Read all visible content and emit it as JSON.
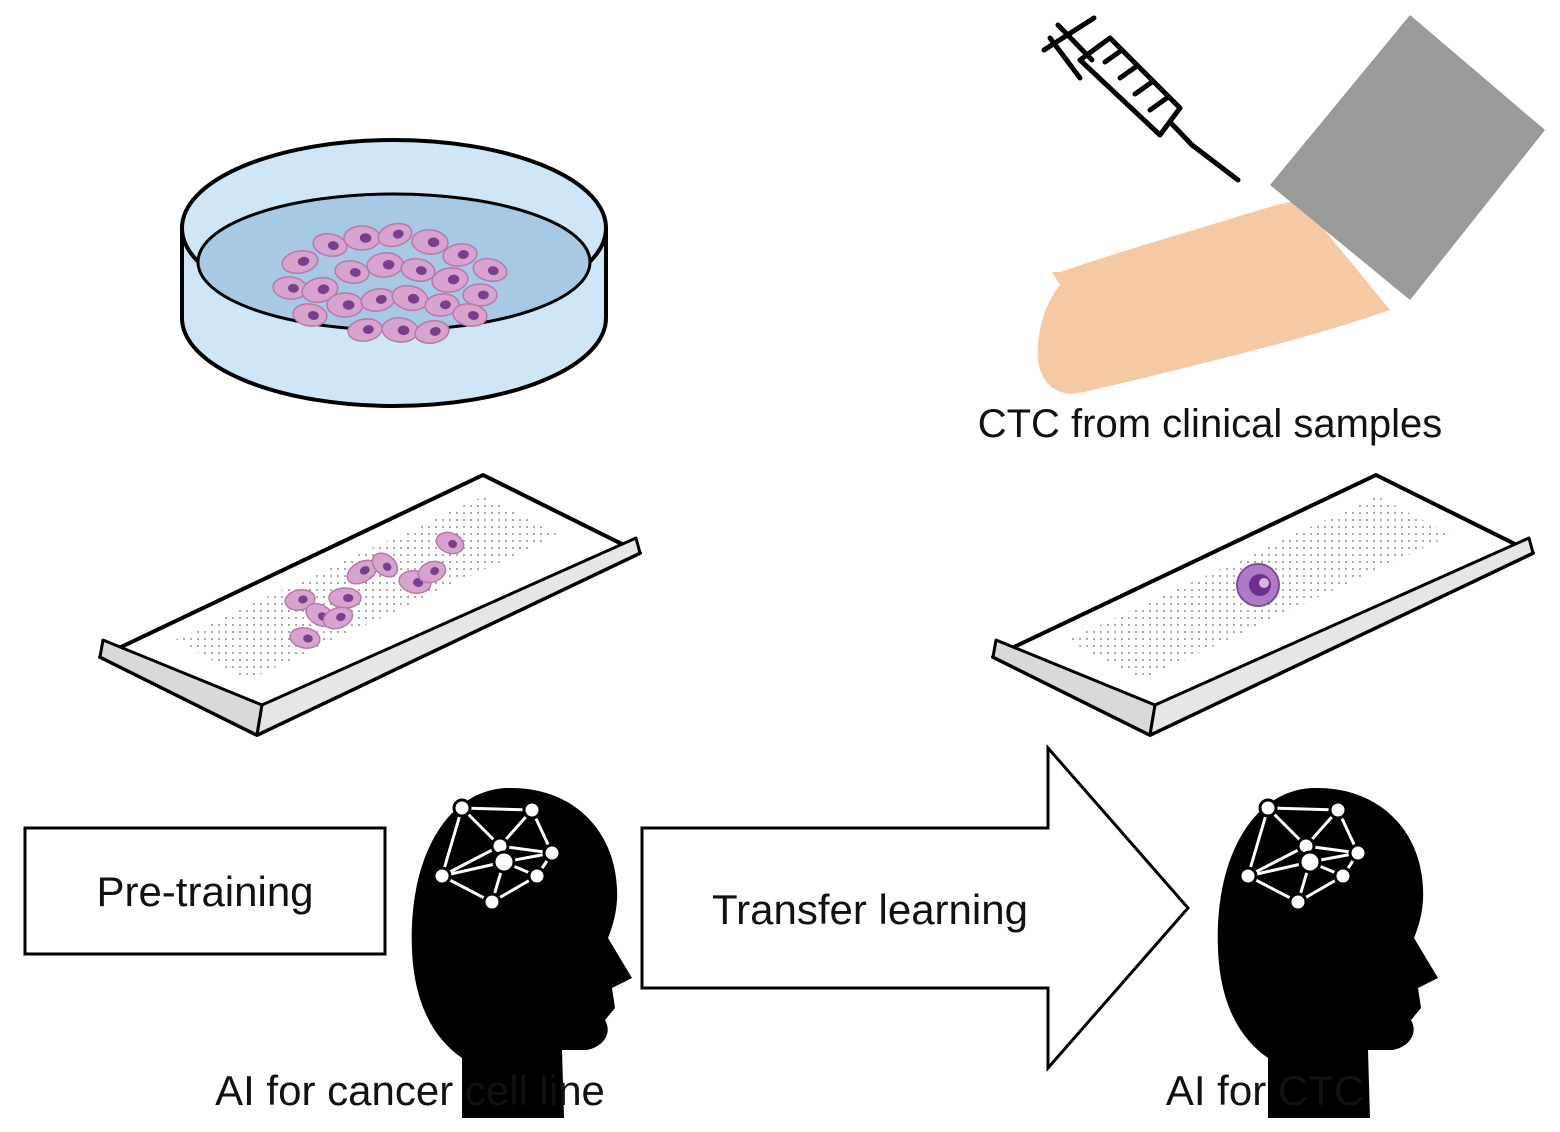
{
  "labels": {
    "clinical": "CTC from clinical samples",
    "pretraining": "Pre-training",
    "transfer": "Transfer learning",
    "ai_cell_line": "AI for cancer cell line",
    "ai_ctc": "AI for CTC"
  },
  "colors": {
    "dish_fill": "#cfe6f7",
    "dish_medium": "#a8c9e4",
    "cell": "#d9a3cf",
    "nucleus": "#7a3f8a",
    "ctc_cell": "#b07ac9",
    "skin": "#f6c9a5",
    "sleeve": "#9a9a9a",
    "outline": "#000000"
  },
  "icons": [
    "petri-dish-icon",
    "glass-slide-icon",
    "syringe-icon",
    "arm-icon",
    "ai-head-icon"
  ]
}
